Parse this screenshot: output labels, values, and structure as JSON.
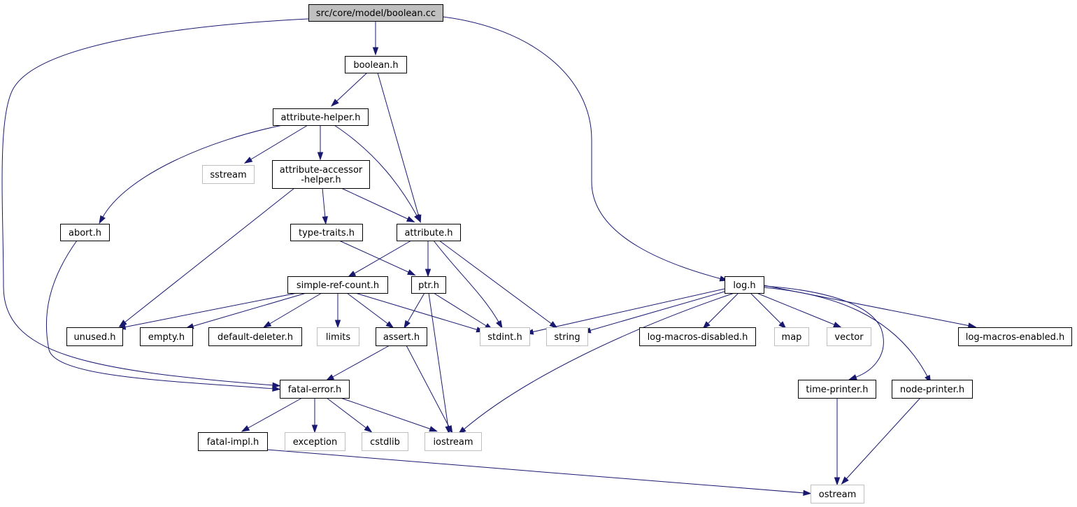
{
  "colors": {
    "edge": "#191970",
    "root_fill": "#bfbfbf",
    "documented_border": "#000000",
    "undocumented_border": "#bfbfbf",
    "label": "#000000"
  },
  "nodes": [
    {
      "id": "root",
      "lines": [
        "src/core/model/boolean.cc"
      ],
      "kind": "root"
    },
    {
      "id": "boolean_h",
      "lines": [
        "boolean.h"
      ],
      "kind": "documented"
    },
    {
      "id": "attribute_helper_h",
      "lines": [
        "attribute-helper.h"
      ],
      "kind": "documented"
    },
    {
      "id": "sstream",
      "lines": [
        "sstream"
      ],
      "kind": "system"
    },
    {
      "id": "attribute_accessor_helper_h",
      "lines": [
        "attribute-accessor",
        "-helper.h"
      ],
      "kind": "documented"
    },
    {
      "id": "abort_h",
      "lines": [
        "abort.h"
      ],
      "kind": "documented"
    },
    {
      "id": "type_traits_h",
      "lines": [
        "type-traits.h"
      ],
      "kind": "documented"
    },
    {
      "id": "attribute_h",
      "lines": [
        "attribute.h"
      ],
      "kind": "documented"
    },
    {
      "id": "log_h",
      "lines": [
        "log.h"
      ],
      "kind": "documented"
    },
    {
      "id": "simple_ref_count_h",
      "lines": [
        "simple-ref-count.h"
      ],
      "kind": "documented"
    },
    {
      "id": "ptr_h",
      "lines": [
        "ptr.h"
      ],
      "kind": "documented"
    },
    {
      "id": "unused_h",
      "lines": [
        "unused.h"
      ],
      "kind": "documented"
    },
    {
      "id": "empty_h",
      "lines": [
        "empty.h"
      ],
      "kind": "documented"
    },
    {
      "id": "default_deleter_h",
      "lines": [
        "default-deleter.h"
      ],
      "kind": "documented"
    },
    {
      "id": "limits",
      "lines": [
        "limits"
      ],
      "kind": "system"
    },
    {
      "id": "assert_h",
      "lines": [
        "assert.h"
      ],
      "kind": "documented"
    },
    {
      "id": "stdint_h",
      "lines": [
        "stdint.h"
      ],
      "kind": "system"
    },
    {
      "id": "string",
      "lines": [
        "string"
      ],
      "kind": "system"
    },
    {
      "id": "log_macros_disabled_h",
      "lines": [
        "log-macros-disabled.h"
      ],
      "kind": "documented"
    },
    {
      "id": "map",
      "lines": [
        "map"
      ],
      "kind": "system"
    },
    {
      "id": "vector",
      "lines": [
        "vector"
      ],
      "kind": "system"
    },
    {
      "id": "log_macros_enabled_h",
      "lines": [
        "log-macros-enabled.h"
      ],
      "kind": "documented"
    },
    {
      "id": "fatal_error_h",
      "lines": [
        "fatal-error.h"
      ],
      "kind": "documented"
    },
    {
      "id": "time_printer_h",
      "lines": [
        "time-printer.h"
      ],
      "kind": "documented"
    },
    {
      "id": "node_printer_h",
      "lines": [
        "node-printer.h"
      ],
      "kind": "documented"
    },
    {
      "id": "fatal_impl_h",
      "lines": [
        "fatal-impl.h"
      ],
      "kind": "documented"
    },
    {
      "id": "exception",
      "lines": [
        "exception"
      ],
      "kind": "system"
    },
    {
      "id": "cstdlib",
      "lines": [
        "cstdlib"
      ],
      "kind": "system"
    },
    {
      "id": "iostream",
      "lines": [
        "iostream"
      ],
      "kind": "system"
    },
    {
      "id": "ostream",
      "lines": [
        "ostream"
      ],
      "kind": "system"
    }
  ],
  "edges": [
    {
      "from": "root",
      "to": "boolean_h"
    },
    {
      "from": "root",
      "to": "fatal_error_h"
    },
    {
      "from": "root",
      "to": "log_h"
    },
    {
      "from": "boolean_h",
      "to": "attribute_helper_h"
    },
    {
      "from": "boolean_h",
      "to": "attribute_h"
    },
    {
      "from": "attribute_helper_h",
      "to": "abort_h"
    },
    {
      "from": "attribute_helper_h",
      "to": "sstream"
    },
    {
      "from": "attribute_helper_h",
      "to": "attribute_accessor_helper_h"
    },
    {
      "from": "attribute_helper_h",
      "to": "attribute_h"
    },
    {
      "from": "attribute_accessor_helper_h",
      "to": "unused_h"
    },
    {
      "from": "attribute_accessor_helper_h",
      "to": "type_traits_h"
    },
    {
      "from": "attribute_accessor_helper_h",
      "to": "attribute_h"
    },
    {
      "from": "abort_h",
      "to": "fatal_error_h"
    },
    {
      "from": "type_traits_h",
      "to": "ptr_h"
    },
    {
      "from": "attribute_h",
      "to": "simple_ref_count_h"
    },
    {
      "from": "attribute_h",
      "to": "ptr_h"
    },
    {
      "from": "attribute_h",
      "to": "stdint_h"
    },
    {
      "from": "attribute_h",
      "to": "string"
    },
    {
      "from": "simple_ref_count_h",
      "to": "unused_h"
    },
    {
      "from": "simple_ref_count_h",
      "to": "empty_h"
    },
    {
      "from": "simple_ref_count_h",
      "to": "default_deleter_h"
    },
    {
      "from": "simple_ref_count_h",
      "to": "limits"
    },
    {
      "from": "simple_ref_count_h",
      "to": "assert_h"
    },
    {
      "from": "simple_ref_count_h",
      "to": "stdint_h"
    },
    {
      "from": "ptr_h",
      "to": "assert_h"
    },
    {
      "from": "ptr_h",
      "to": "stdint_h"
    },
    {
      "from": "ptr_h",
      "to": "iostream"
    },
    {
      "from": "assert_h",
      "to": "fatal_error_h"
    },
    {
      "from": "assert_h",
      "to": "iostream"
    },
    {
      "from": "log_h",
      "to": "stdint_h"
    },
    {
      "from": "log_h",
      "to": "string"
    },
    {
      "from": "log_h",
      "to": "log_macros_disabled_h"
    },
    {
      "from": "log_h",
      "to": "map"
    },
    {
      "from": "log_h",
      "to": "vector"
    },
    {
      "from": "log_h",
      "to": "log_macros_enabled_h"
    },
    {
      "from": "log_h",
      "to": "time_printer_h"
    },
    {
      "from": "log_h",
      "to": "node_printer_h"
    },
    {
      "from": "log_h",
      "to": "iostream"
    },
    {
      "from": "fatal_error_h",
      "to": "fatal_impl_h"
    },
    {
      "from": "fatal_error_h",
      "to": "exception"
    },
    {
      "from": "fatal_error_h",
      "to": "cstdlib"
    },
    {
      "from": "fatal_error_h",
      "to": "iostream"
    },
    {
      "from": "fatal_impl_h",
      "to": "ostream"
    },
    {
      "from": "time_printer_h",
      "to": "ostream"
    },
    {
      "from": "node_printer_h",
      "to": "ostream"
    }
  ]
}
